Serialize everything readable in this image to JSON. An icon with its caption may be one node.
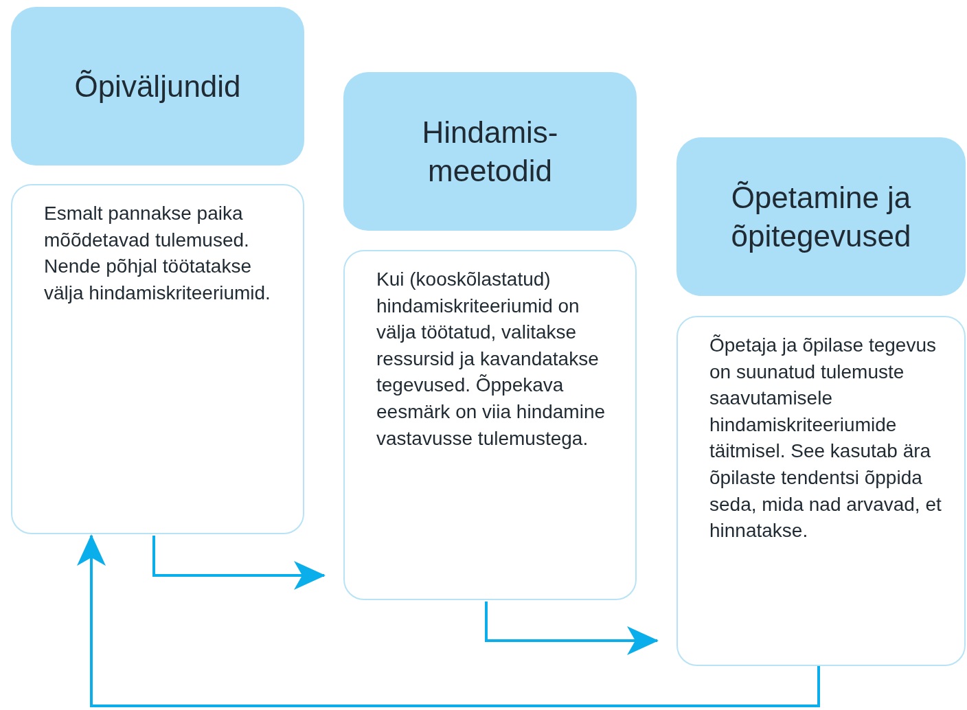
{
  "diagram": {
    "nodes": [
      {
        "text": [
          "Õpiväljundid"
        ]
      },
      {
        "text": [
          "Esmalt pannakse paika mõõdetavad tulemused. Nende põhjal töötatakse välja hindamiskriteeriumid."
        ]
      },
      {
        "text": [
          "Hindamis- meetodid"
        ]
      },
      {
        "text": [
          "Kui (kooskõlastatud) hindamiskriteeriumid on välja töötatud, valitakse ressursid ja kavandatakse tegevused. Õppekava eesmärk on viia hindamine vastavusse tulemustega."
        ]
      },
      {
        "text": [
          "Õpetamine ja õpitegevused"
        ]
      },
      {
        "text": [
          "Õpetaja ja õpilase tegevus on suunatud tulemuste saavutamisele hindamiskriteeriumide täitmisel. See kasutab ära õpilaste tendentsi õppida seda, mida nad arvavad, et hinnatakse."
        ]
      }
    ],
    "edges": [
      {
        "from": 1,
        "to": 3,
        "arrow": "to"
      },
      {
        "from": 3,
        "to": 5,
        "arrow": "to"
      },
      {
        "from": 5,
        "to": 1,
        "arrow": "to"
      }
    ]
  }
}
